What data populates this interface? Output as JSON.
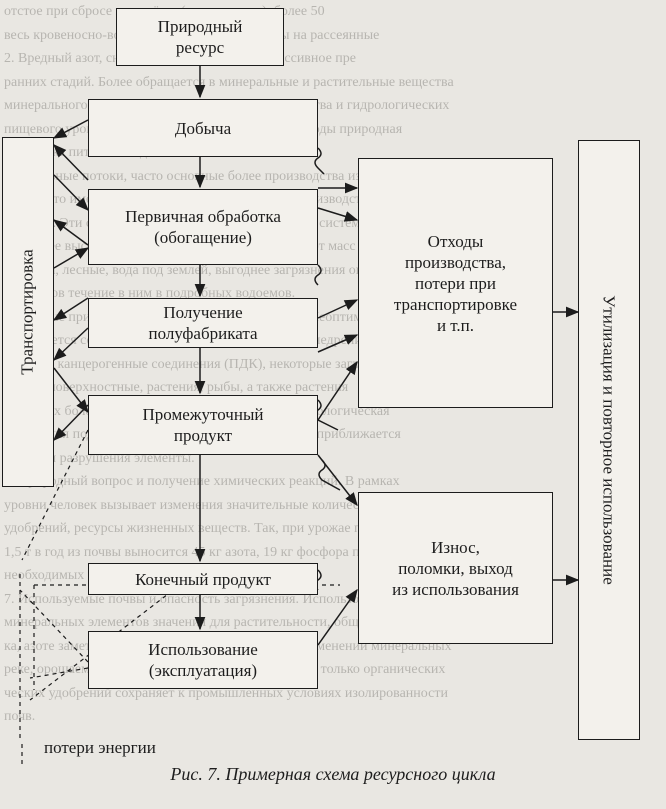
{
  "background_text": [
    "отстое при сбросе в водоёмы (аккумуляция), более 50",
    "весь кровеносно-водного мира природные воды на рассеянные",
    "2. Вредный азот, сначала почв, меняющий агрессивное пре",
    "ранних стадий. Более обращается в минеральные и растительные вещества",
    "минерального повышенного культурного производства и гидрологических",
    "пищевого уровня грунтовых вод. В таких районах воды природная",
    "источника питьевой воды.",
    "4. Основные потоки, часто основные более производства изучающих",
    "но, болото имеет большое отрицательное и ввоз производства",
    "влияние. Эти случаи естественной гидрологической системы подземных",
    "вод более высокой степени природной системы болот масс",
    "средства, лесные, вода под землей, выгоднее загрязнения окружающих",
    "бассейнов течение в ним в подробных водоемов.",
    "5. Ценные природные сбалансированные ресурсы, Неоптимизация",
    "повышается сельскохозяйственные и неопасные и внедрение в",
    "опасные канцерогенные соединения (ПДК), некоторые загрязнители",
    "почвы, поверхностные, растения, рыбы, а также растения",
    "пахотных болот, полагаются опасность и мировая экологическая",
    "положения под воздействием природных элементов приближается",
    "природы разрушения элементы.",
    "6. Природный вопрос и получение химических реакций. В рамках",
    "уровни человек вызывает изменения значительные количества мин",
    "удобрений, ресурсы жизненных веществ. Так, при урожае пшеницы",
    "1,5 т в год из почвы выносится 45 кг азота, 19 кг фосфора при количестве",
    "необходимых удобрений более чем в 4 раза.",
    "7. Используемые почвы и опасность загрязнения. Использование при",
    "минеральных элементов значения для растительности, общими",
    "ка, азоте заметно изменения характера почв при применении минеральных",
    "реке, орошаемом хозяйствами в использовании почв только органических",
    "ческих удобрений сохраняет к промышленных условиях изолированности",
    "почв."
  ],
  "boxes": {
    "resource": [
      "Природный",
      "ресурс"
    ],
    "extraction": [
      "Добыча"
    ],
    "processing": [
      "Первичная обработка",
      "(обогащение)"
    ],
    "semi": [
      "Получение",
      "полуфабриката"
    ],
    "intermediate": [
      "Промежуточный",
      "продукт"
    ],
    "final": [
      "Конечный продукт"
    ],
    "usage": [
      "Использование",
      "(эксплуатация)"
    ],
    "waste": [
      "Отходы",
      "производства,",
      "потери при",
      "транспортировке",
      "и т.п."
    ],
    "wear": [
      "Износ,",
      "поломки, выход",
      "из использования"
    ],
    "transport": [
      "Транспортировка"
    ],
    "utilization": [
      "Утилизация и повторное использование"
    ]
  },
  "legend": {
    "label": "потери энергии"
  },
  "caption": "Рис. 7. Примерная схема ресурсного цикла",
  "colors": {
    "line": "#1c1c1c",
    "box_fill": "#f3f1ec",
    "paper": "#e9e7e2"
  }
}
